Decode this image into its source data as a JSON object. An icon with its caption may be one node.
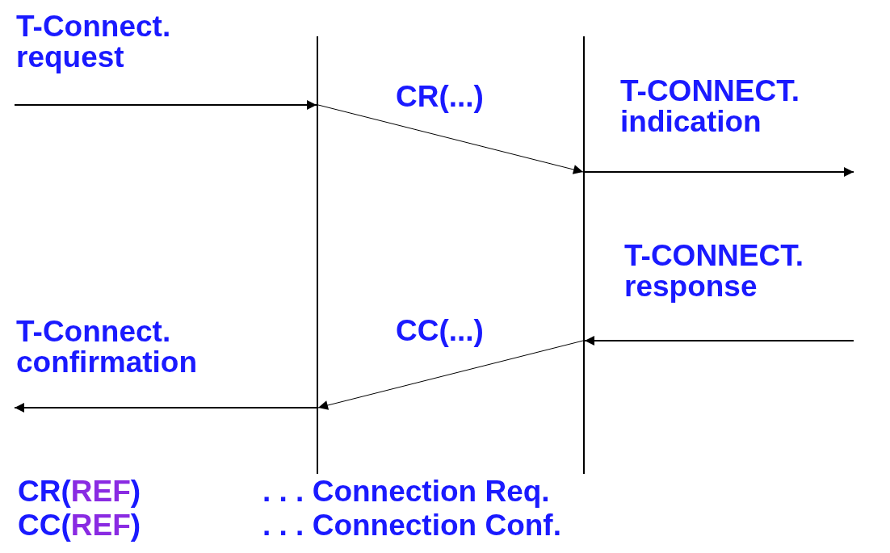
{
  "diagram": {
    "nodes": [
      {
        "text": [],
        "shape": "bar"
      },
      {
        "text": [],
        "shape": "bar"
      }
    ],
    "edges": [
      {
        "from": null,
        "to": 0,
        "arrow": "to"
      },
      {
        "from": 0,
        "to": 1,
        "arrow": "to",
        "label": "CR(...)"
      },
      {
        "from": 1,
        "to": null,
        "arrow": "to"
      },
      {
        "from": null,
        "to": 1,
        "arrow": "to"
      },
      {
        "from": 1,
        "to": 0,
        "arrow": "to",
        "label": "CC(...)"
      },
      {
        "from": 0,
        "to": null,
        "arrow": "to"
      }
    ],
    "labels": [
      "T-Connect. request",
      "T-CONNECT. indication",
      "T-CONNECT. response",
      "T-Connect. confirmation",
      "CR(REF)",
      ". . . Connection Req.",
      "CC(REF)",
      ". . . Connection Conf."
    ]
  }
}
